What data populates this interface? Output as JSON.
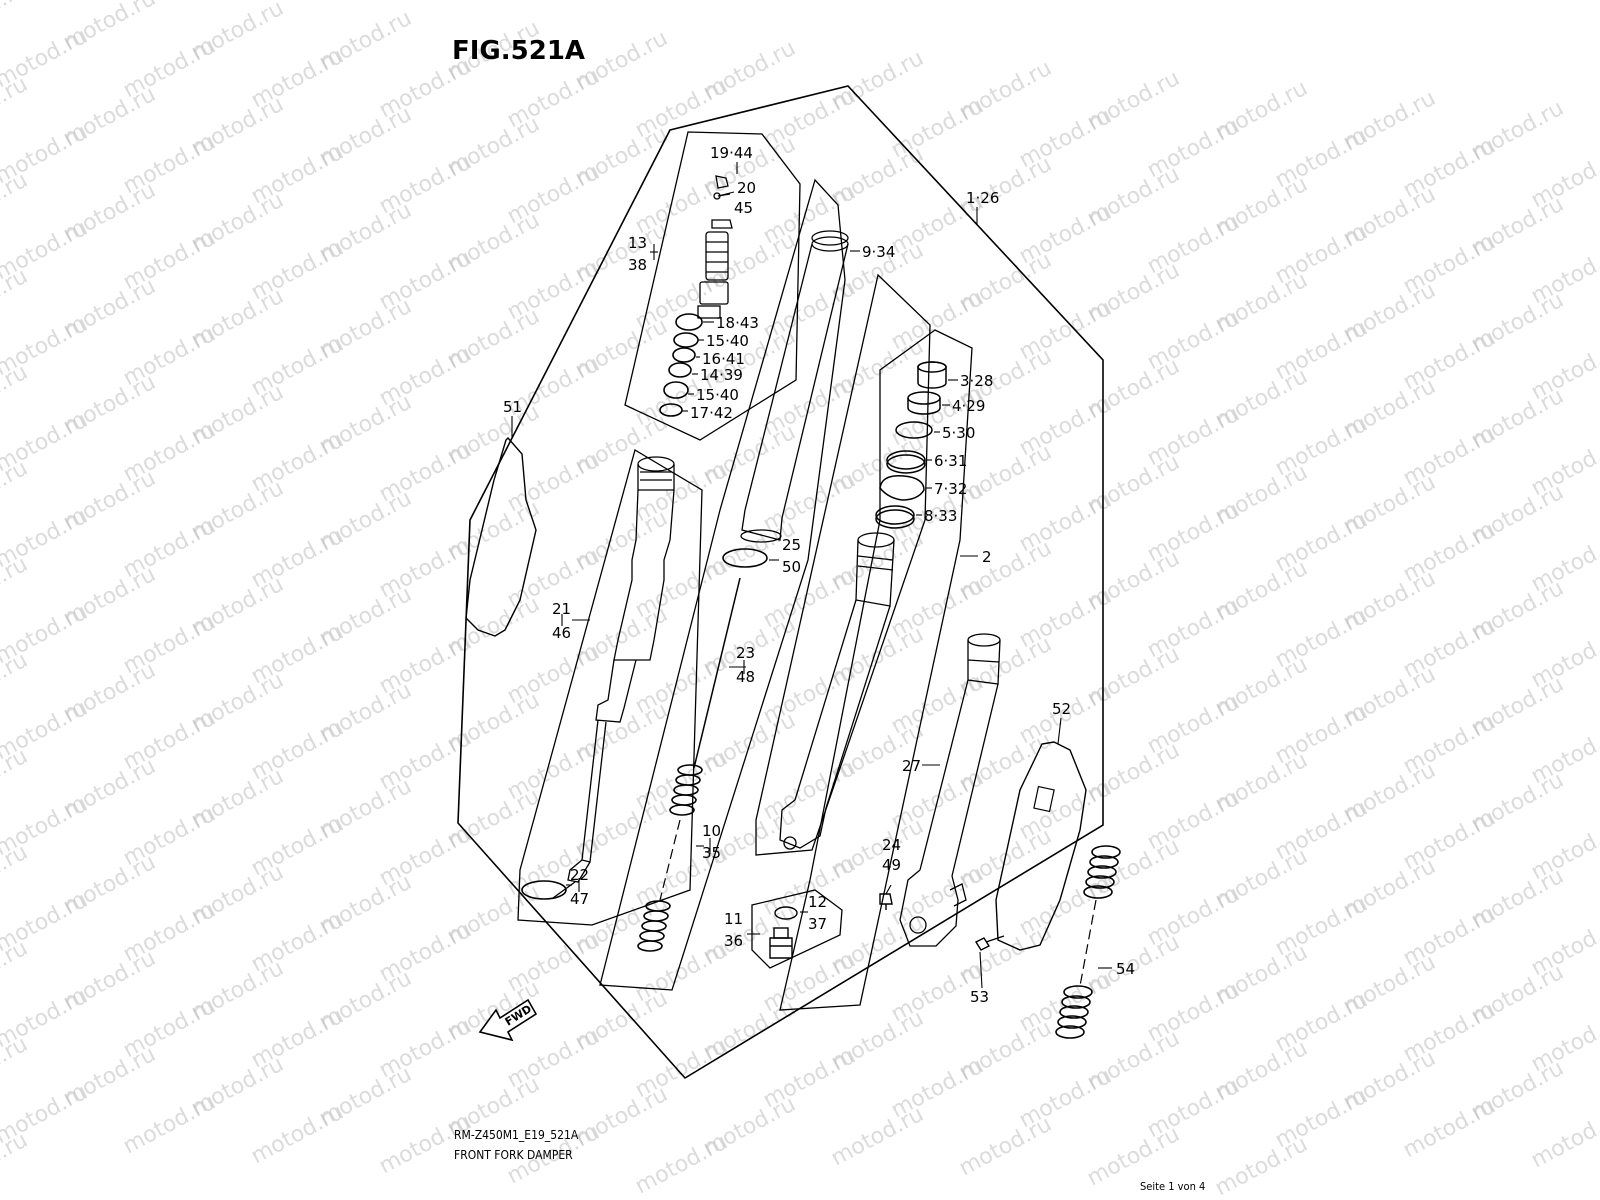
{
  "figure": {
    "title": "FIG.521A",
    "model_code": "RM-Z450M1_E19_521A",
    "description": "FRONT FORK DAMPER",
    "page_info": "Seite 1 von 4",
    "watermark": "motod.ru",
    "fwd_label": "FWD"
  },
  "callouts": [
    {
      "id": "c-19-44",
      "text": "19·44"
    },
    {
      "id": "c-20",
      "text": "20"
    },
    {
      "id": "c-45",
      "text": "45"
    },
    {
      "id": "c-13",
      "text": "13"
    },
    {
      "id": "c-38",
      "text": "38"
    },
    {
      "id": "c-18-43",
      "text": "18·43"
    },
    {
      "id": "c-15-40a",
      "text": "15·40"
    },
    {
      "id": "c-16-41",
      "text": "16·41"
    },
    {
      "id": "c-14-39",
      "text": "14·39"
    },
    {
      "id": "c-15-40b",
      "text": "15·40"
    },
    {
      "id": "c-17-42",
      "text": "17·42"
    },
    {
      "id": "c-9-34",
      "text": "9·34"
    },
    {
      "id": "c-1-26",
      "text": "1·26"
    },
    {
      "id": "c-3-28",
      "text": "3·28"
    },
    {
      "id": "c-4-29",
      "text": "4·29"
    },
    {
      "id": "c-5-30",
      "text": "5·30"
    },
    {
      "id": "c-6-31",
      "text": "6·31"
    },
    {
      "id": "c-7-32",
      "text": "7·32"
    },
    {
      "id": "c-8-33",
      "text": "8·33"
    },
    {
      "id": "c-2",
      "text": "2"
    },
    {
      "id": "c-51",
      "text": "51"
    },
    {
      "id": "c-25",
      "text": "25"
    },
    {
      "id": "c-50",
      "text": "50"
    },
    {
      "id": "c-21",
      "text": "21"
    },
    {
      "id": "c-46",
      "text": "46"
    },
    {
      "id": "c-23",
      "text": "23"
    },
    {
      "id": "c-48",
      "text": "48"
    },
    {
      "id": "c-52",
      "text": "52"
    },
    {
      "id": "c-27",
      "text": "27"
    },
    {
      "id": "c-10",
      "text": "10"
    },
    {
      "id": "c-35",
      "text": "35"
    },
    {
      "id": "c-24",
      "text": "24"
    },
    {
      "id": "c-49",
      "text": "49"
    },
    {
      "id": "c-22",
      "text": "22"
    },
    {
      "id": "c-47",
      "text": "47"
    },
    {
      "id": "c-11",
      "text": "11"
    },
    {
      "id": "c-36",
      "text": "36"
    },
    {
      "id": "c-12",
      "text": "12"
    },
    {
      "id": "c-37",
      "text": "37"
    },
    {
      "id": "c-53",
      "text": "53"
    },
    {
      "id": "c-54",
      "text": "54"
    }
  ]
}
